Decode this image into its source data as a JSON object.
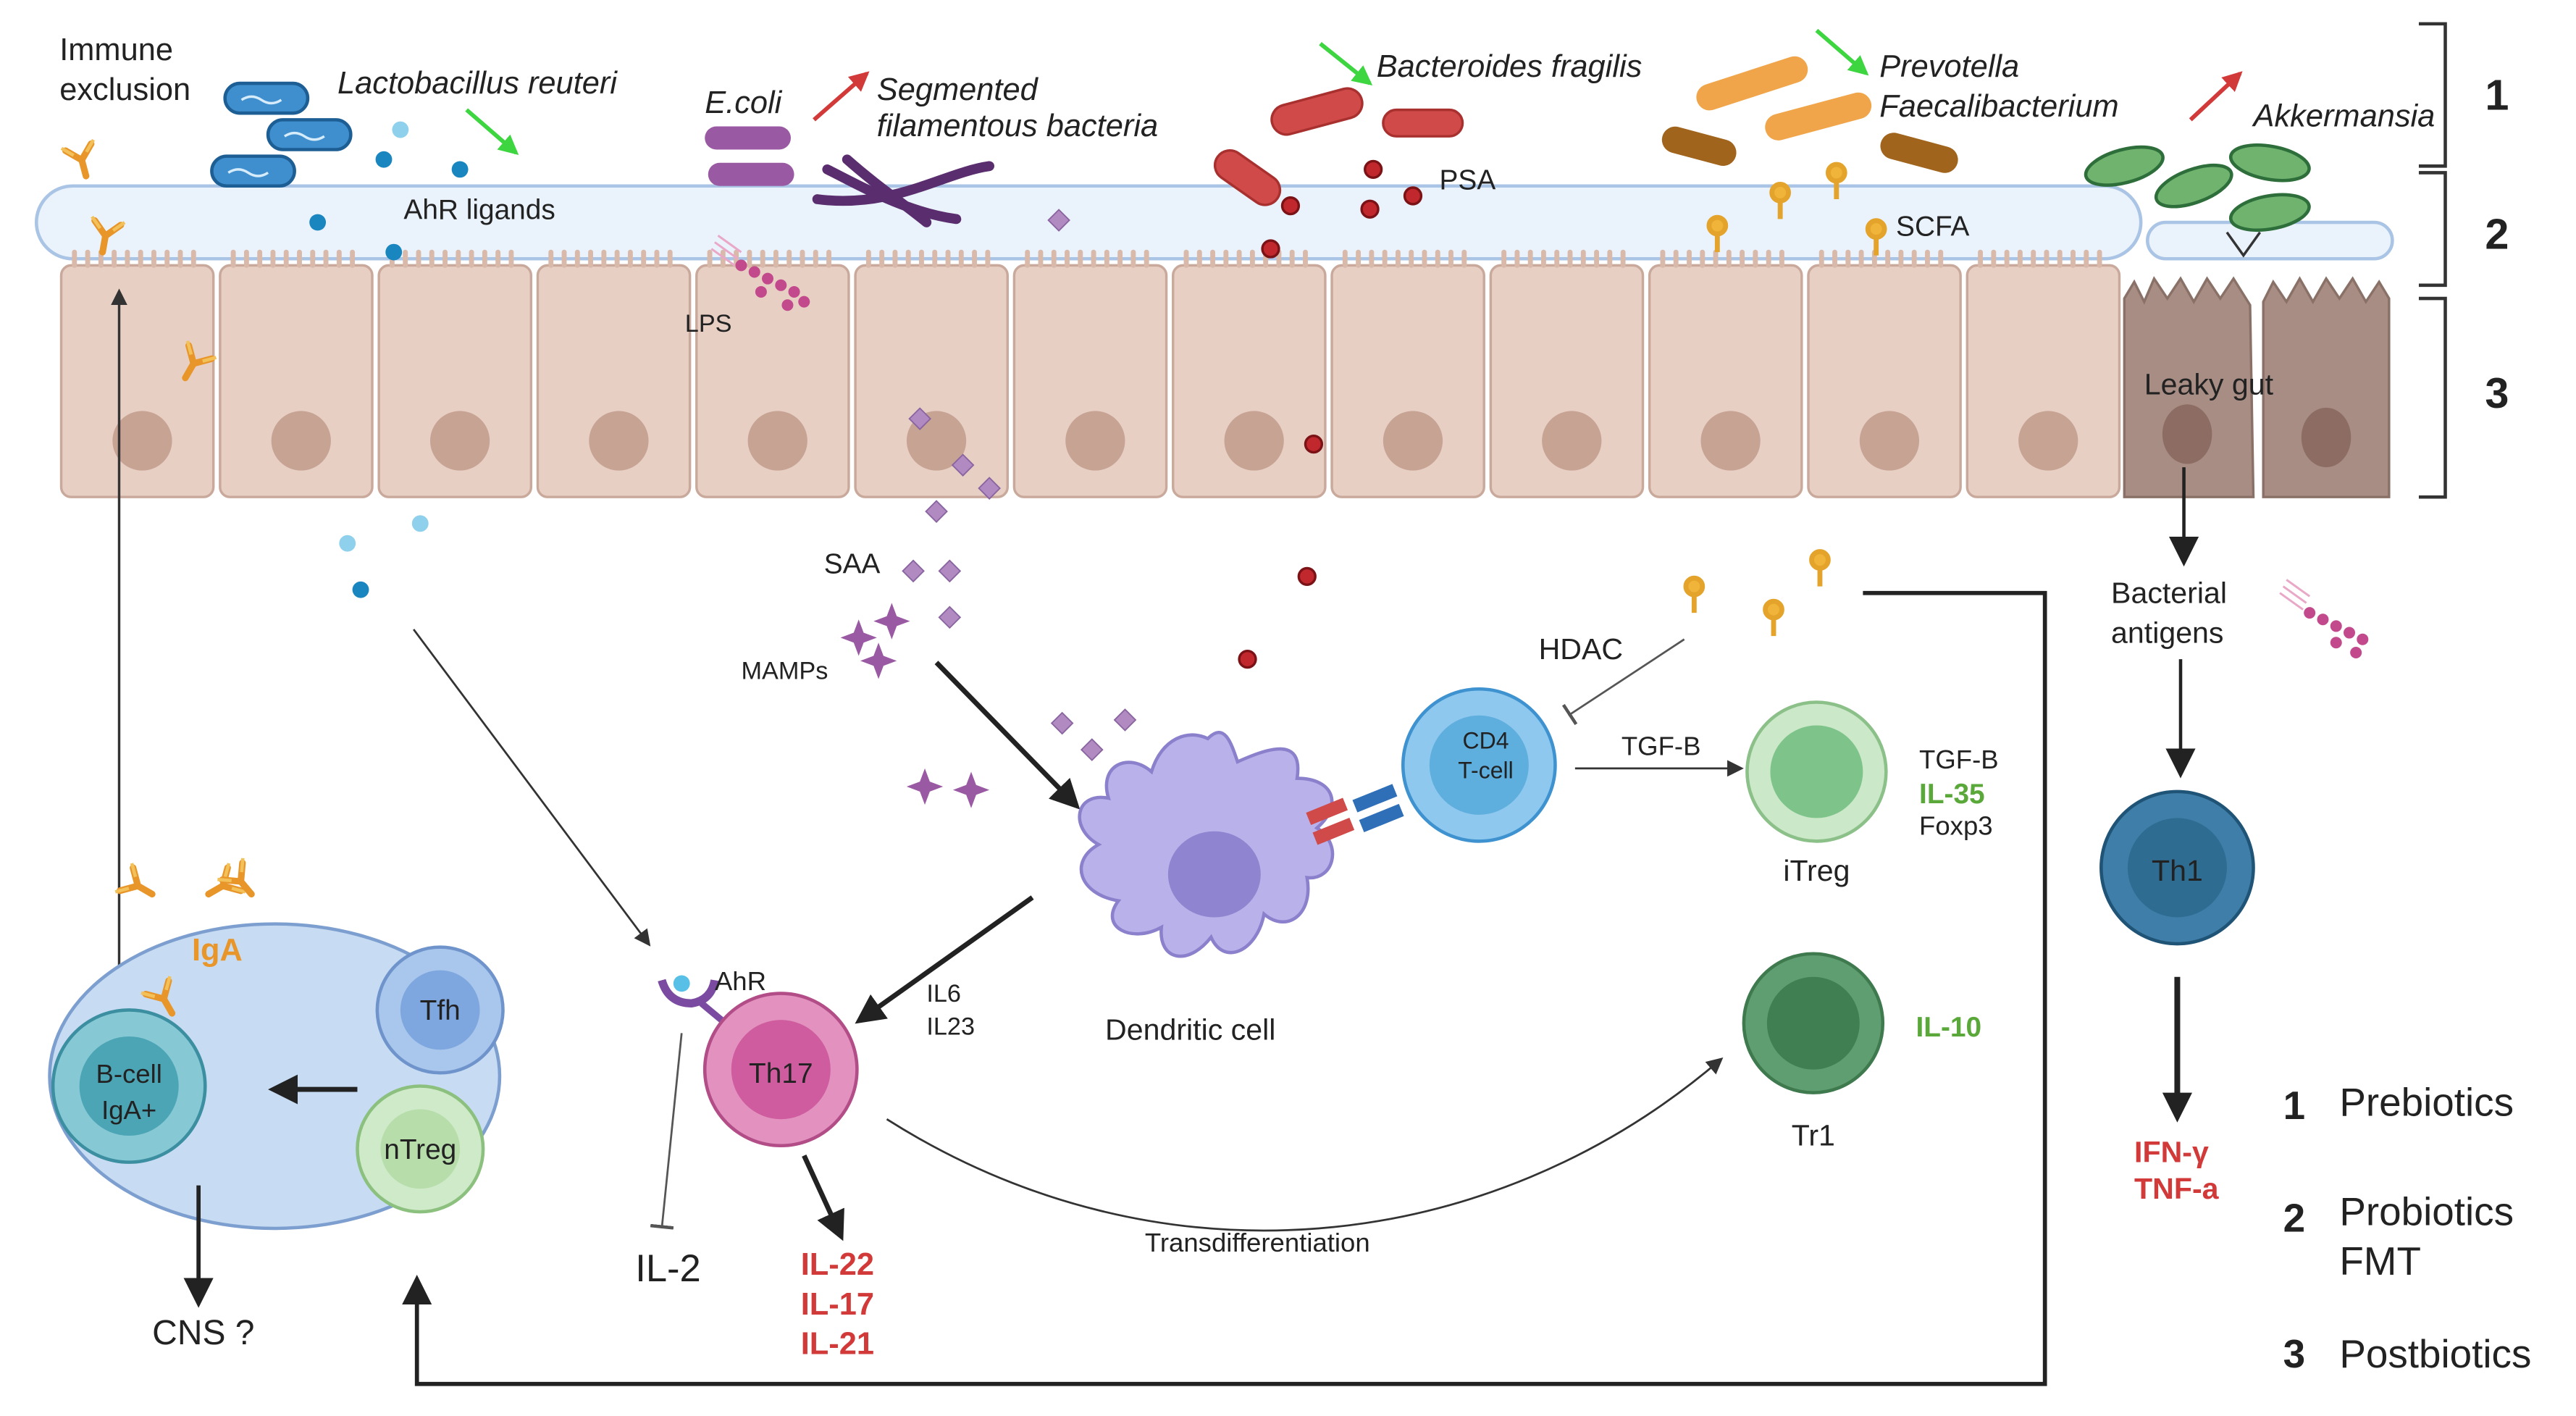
{
  "bacteria": {
    "l_reuteri": "Lactobacillus reuteri",
    "e_coli": "E.coli",
    "sfb_1": "Segmented",
    "sfb_2": "filamentous bacteria",
    "b_fragilis": "Bacteroides fragilis",
    "prevotella": "Prevotella",
    "faecalibacterium": "Faecalibacterium",
    "akkermansia": "Akkermansia"
  },
  "molecules": {
    "ahr_ligands": "AhR ligands",
    "lps": "LPS",
    "psa": "PSA",
    "scfa": "SCFA",
    "saa": "SAA",
    "mamps": "MAMPs",
    "hdac": "HDAC",
    "tgfb_arrow": "TGF-B",
    "il6": "IL6",
    "il23": "IL23",
    "ahr": "AhR",
    "iga": "IgA"
  },
  "labels": {
    "immune_exclusion_1": "Immune",
    "immune_exclusion_2": "exclusion",
    "leaky_gut": "Leaky gut",
    "bacterial_antigens_1": "Bacterial",
    "bacterial_antigens_2": "antigens",
    "dendritic_cell": "Dendritic cell",
    "transdifferentiation": "Transdifferentiation",
    "cns": "CNS ?",
    "il2": "IL-2"
  },
  "cells": {
    "cd4_1": "CD4",
    "cd4_2": "T-cell",
    "itreg": "iTreg",
    "tr1": "Tr1",
    "th17": "Th17",
    "th1": "Th1",
    "tfh": "Tfh",
    "ntreg": "nTreg",
    "bcell_1": "B-cell",
    "bcell_2": "IgA+"
  },
  "outputs": {
    "itreg_tgfb": "TGF-B",
    "itreg_il35": "IL-35",
    "itreg_foxp3": "Foxp3",
    "tr1_il10": "IL-10",
    "th17_il22": "IL-22",
    "th17_il17": "IL-17",
    "th17_il21": "IL-21",
    "th1_ifng": "IFN-γ",
    "th1_tnfa": "TNF-a"
  },
  "brackets": {
    "b1": "1",
    "b2": "2",
    "b3": "3"
  },
  "legend": {
    "n1": "1",
    "t1": "Prebiotics",
    "n2": "2",
    "t2a": "Probiotics",
    "t2b": "FMT",
    "n3": "3",
    "t3": "Postbiotics"
  },
  "colors": {
    "epithelium": "#e7cfc4",
    "nucleus": "#c7a394",
    "mucus": "#eaf2fb",
    "th17": "#cf5c9e",
    "dendritic": "#b9b2ea",
    "cd4": "#5eaede",
    "itreg": "#a9d6a9",
    "tr1": "#5f9e70",
    "th1": "#2f6c92",
    "red_text": "#d23a3a",
    "green_text": "#5aa83a",
    "iga": "#e8962a"
  }
}
